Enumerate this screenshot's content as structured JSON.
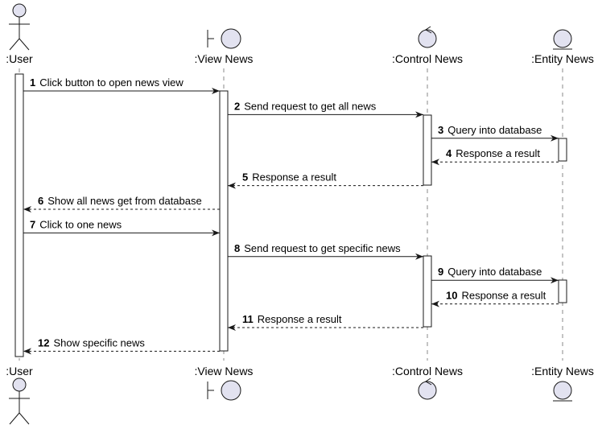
{
  "participants": [
    {
      "id": "user",
      "name": ":User",
      "kind": "actor"
    },
    {
      "id": "view",
      "name": ":View News",
      "kind": "boundary"
    },
    {
      "id": "control",
      "name": ":Control News",
      "kind": "control"
    },
    {
      "id": "entity",
      "name": ":Entity News",
      "kind": "entity"
    }
  ],
  "messages": [
    {
      "num": "1",
      "text": "Click button to open news view",
      "from": "user",
      "to": "view",
      "type": "sync"
    },
    {
      "num": "2",
      "text": "Send request to get all news",
      "from": "view",
      "to": "control",
      "type": "sync"
    },
    {
      "num": "3",
      "text": "Query into database",
      "from": "control",
      "to": "entity",
      "type": "sync"
    },
    {
      "num": "4",
      "text": "Response a result",
      "from": "entity",
      "to": "control",
      "type": "reply"
    },
    {
      "num": "5",
      "text": "Response a result",
      "from": "control",
      "to": "view",
      "type": "reply"
    },
    {
      "num": "6",
      "text": "Show all news get from database",
      "from": "view",
      "to": "user",
      "type": "reply"
    },
    {
      "num": "7",
      "text": "Click to one news",
      "from": "user",
      "to": "view",
      "type": "sync"
    },
    {
      "num": "8",
      "text": "Send request to get specific news",
      "from": "view",
      "to": "control",
      "type": "sync"
    },
    {
      "num": "9",
      "text": "Query into database",
      "from": "control",
      "to": "entity",
      "type": "sync"
    },
    {
      "num": "10",
      "text": "Response a result",
      "from": "entity",
      "to": "control",
      "type": "reply"
    },
    {
      "num": "11",
      "text": "Response a result",
      "from": "control",
      "to": "view",
      "type": "reply"
    },
    {
      "num": "12",
      "text": "Show specific news",
      "from": "view",
      "to": "user",
      "type": "reply"
    }
  ],
  "colors": {
    "participant_fill": "#E2E2F0",
    "line": "#181818",
    "lifeline": "#888888",
    "activation_fill": "#FFFFFF"
  }
}
